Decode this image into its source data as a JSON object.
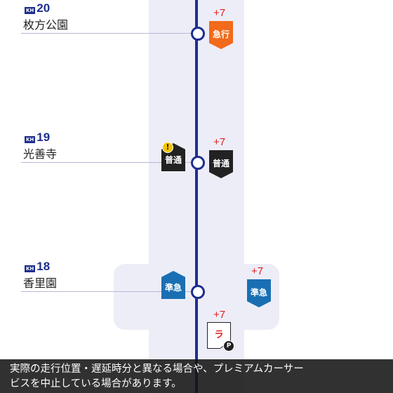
{
  "stations": [
    {
      "code_prefix": "KH",
      "code_number": "20",
      "name": "枚方公園"
    },
    {
      "code_prefix": "KH",
      "code_number": "19",
      "name": "光善寺"
    },
    {
      "code_prefix": "KH",
      "code_number": "18",
      "name": "香里園"
    }
  ],
  "trains": [
    {
      "type": "急行",
      "delay": "+7",
      "color": "#f26a1b"
    },
    {
      "type": "普通",
      "delay": "",
      "color": "#222222",
      "warning": "!"
    },
    {
      "type": "普通",
      "delay": "+7",
      "color": "#222222"
    },
    {
      "type": "準急",
      "delay": "",
      "color": "#1a6fb3"
    },
    {
      "type": "準急",
      "delay": "+7",
      "color": "#1a6fb3"
    },
    {
      "type": "ラ",
      "delay": "+7",
      "color": "#ffffff",
      "badge": "P"
    }
  ],
  "colors": {
    "line": "#1e2e8f",
    "delay": "#e01f1f"
  },
  "notice": {
    "line1": "実際の走行位置・遅延時分と異なる場合や、プレミアムカーサー",
    "line2": "ビスを中止している場合があります。"
  }
}
